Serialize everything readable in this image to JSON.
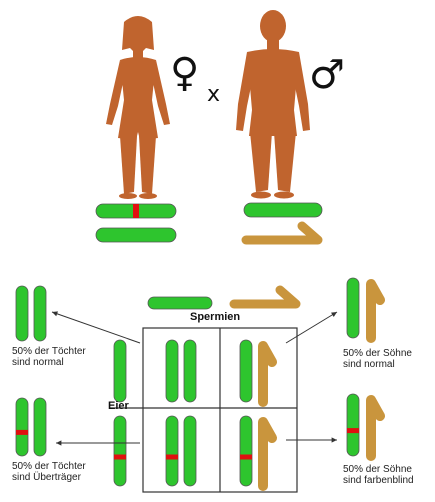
{
  "colors": {
    "x_chromosome": "#2ec52e",
    "y_chromosome": "#c9953d",
    "allele_marker": "#e01010",
    "skin": "#c0642e",
    "outline": "#555555",
    "line": "#333333"
  },
  "parents": {
    "female_symbol": "♀",
    "cross": "x",
    "male_symbol": "♂"
  },
  "grid": {
    "header_top": "Spermien",
    "header_left": "Eier"
  },
  "labels": {
    "daughters_normal": "50% der Töchter\nsind normal",
    "daughters_carrier": "50% der Töchter\nsind Überträger",
    "sons_normal": "50% der Söhne\nsind normal",
    "sons_colorblind": "50% der Söhne\nsind farbenblind"
  }
}
